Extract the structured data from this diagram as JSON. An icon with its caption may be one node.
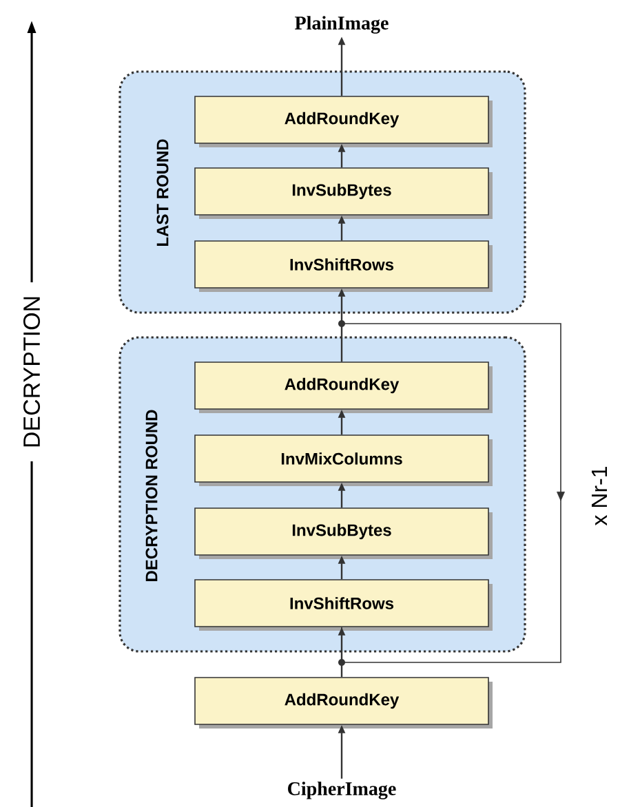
{
  "diagram": {
    "nodes": [
      {
        "text": [
          "PlainImage"
        ]
      },
      {
        "text": [
          "LAST ROUND"
        ]
      },
      {
        "text": [
          "AddRoundKey"
        ],
        "in": 1
      },
      {
        "text": [
          "InvSubBytes"
        ],
        "in": 1
      },
      {
        "text": [
          "InvShiftRows"
        ],
        "in": 1
      },
      {
        "text": [
          "DECRYPTION ROUND"
        ]
      },
      {
        "text": [
          "AddRoundKey"
        ],
        "in": 5
      },
      {
        "text": [
          "InvMixColumns"
        ],
        "in": 5
      },
      {
        "text": [
          "InvSubBytes"
        ],
        "in": 5
      },
      {
        "text": [
          "InvShiftRows"
        ],
        "in": 5
      },
      {
        "text": [
          "AddRoundKey"
        ]
      },
      {
        "text": [
          "CipherImage"
        ]
      }
    ],
    "edges": [
      {
        "from": 11,
        "to": 10,
        "arrow": "to"
      },
      {
        "from": 10,
        "to": 9,
        "arrow": "to"
      },
      {
        "from": 9,
        "to": 8,
        "arrow": "to"
      },
      {
        "from": 8,
        "to": 7,
        "arrow": "to"
      },
      {
        "from": 7,
        "to": 6,
        "arrow": "to"
      },
      {
        "from": 6,
        "to": 4,
        "arrow": "to"
      },
      {
        "from": 4,
        "to": 3,
        "arrow": "to"
      },
      {
        "from": 3,
        "to": 2,
        "arrow": "to"
      },
      {
        "from": 2,
        "to": 0,
        "arrow": "to"
      },
      {
        "from": 6,
        "to": 9,
        "arrow": "to",
        "label": "x Nr-1"
      }
    ],
    "labels": [
      "DECRYPTION"
    ]
  }
}
